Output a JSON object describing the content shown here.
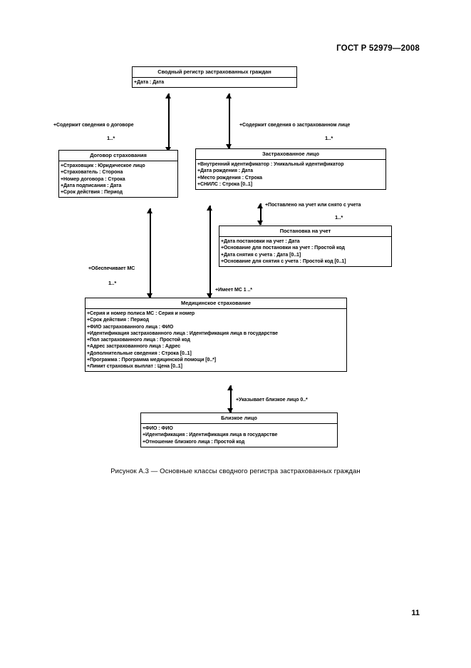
{
  "document": {
    "standard_header": "ГОСТ Р 52979—2008",
    "page_number": "11",
    "figure_caption": "Рисунок А.3 — Основные классы сводного регистра застрахованных граждан"
  },
  "diagram": {
    "type": "uml-class-diagram",
    "classes": [
      {
        "id": "registry",
        "title": "Сводный регистр застрахованных граждан",
        "attributes": [
          "+Дата : Дата"
        ]
      },
      {
        "id": "contract",
        "title": "Договор страхования",
        "attributes": [
          "+Страховщик : Юридическое лицо",
          "+Страхователь : Сторона",
          "+Номер договора : Строка",
          "+Дата подписания : Дата",
          "+Срок действия : Период"
        ]
      },
      {
        "id": "insured-person",
        "title": "Застрахованное лицо",
        "attributes": [
          "+Внутренний идентификатор : Уникальный идентификатор",
          "+Дата рождения : Дата",
          "+Место рождения : Строка",
          "+СНИЛС : Строка [0..1]"
        ]
      },
      {
        "id": "registration",
        "title": "Постановка на учет",
        "attributes": [
          "+Дата постановки на учет : Дата",
          "+Основание для постановки на учет : Простой код",
          "+Дата снятия с учета : Дата [0..1]",
          "+Основание для снятия с учета : Простой код [0..1]"
        ]
      },
      {
        "id": "medical-insurance",
        "title": "Медицинское страхование",
        "attributes": [
          "+Серия и номер полиса МС : Серия и номер",
          "+Срок действия : Период",
          "+ФИО застрахованного лица : ФИО",
          "+Идентификация застрахованного лица : Идентификация лица в государстве",
          "+Пол застрахованного лица : Простой код",
          "+Адрес застрахованного лица : Адрес",
          "+Дополнительные сведения : Строка [0..1]",
          "+Программа : Программа медицинской помощи [0..*]",
          "+Лимит страховых выплат : Цена [0..1]"
        ]
      },
      {
        "id": "close-person",
        "title": "Близкое лицо",
        "attributes": [
          "+ФИО : ФИО",
          "+Идентификация : Идентификация лица в государстве",
          "+Отношение близкого лица : Простой код"
        ]
      }
    ],
    "associations": [
      {
        "id": "contains-contract",
        "label": "+Содержит сведения о договоре",
        "multiplicity": "1..*"
      },
      {
        "id": "contains-insured-person",
        "label": "+Содержит сведения о застрахованном лице",
        "multiplicity": "1..*"
      },
      {
        "id": "registered-or-removed",
        "label": "+Поставлено на учет или снято с учета",
        "multiplicity": "1..*"
      },
      {
        "id": "provides-mi",
        "label": "+Обеспечивает МС",
        "multiplicity": "1..*"
      },
      {
        "id": "has-mi",
        "label": "+Имеет МС 1 ..*",
        "multiplicity": ""
      },
      {
        "id": "specifies-close-person",
        "label": "+Указывает близкое лицо  0..*",
        "multiplicity": ""
      }
    ]
  }
}
